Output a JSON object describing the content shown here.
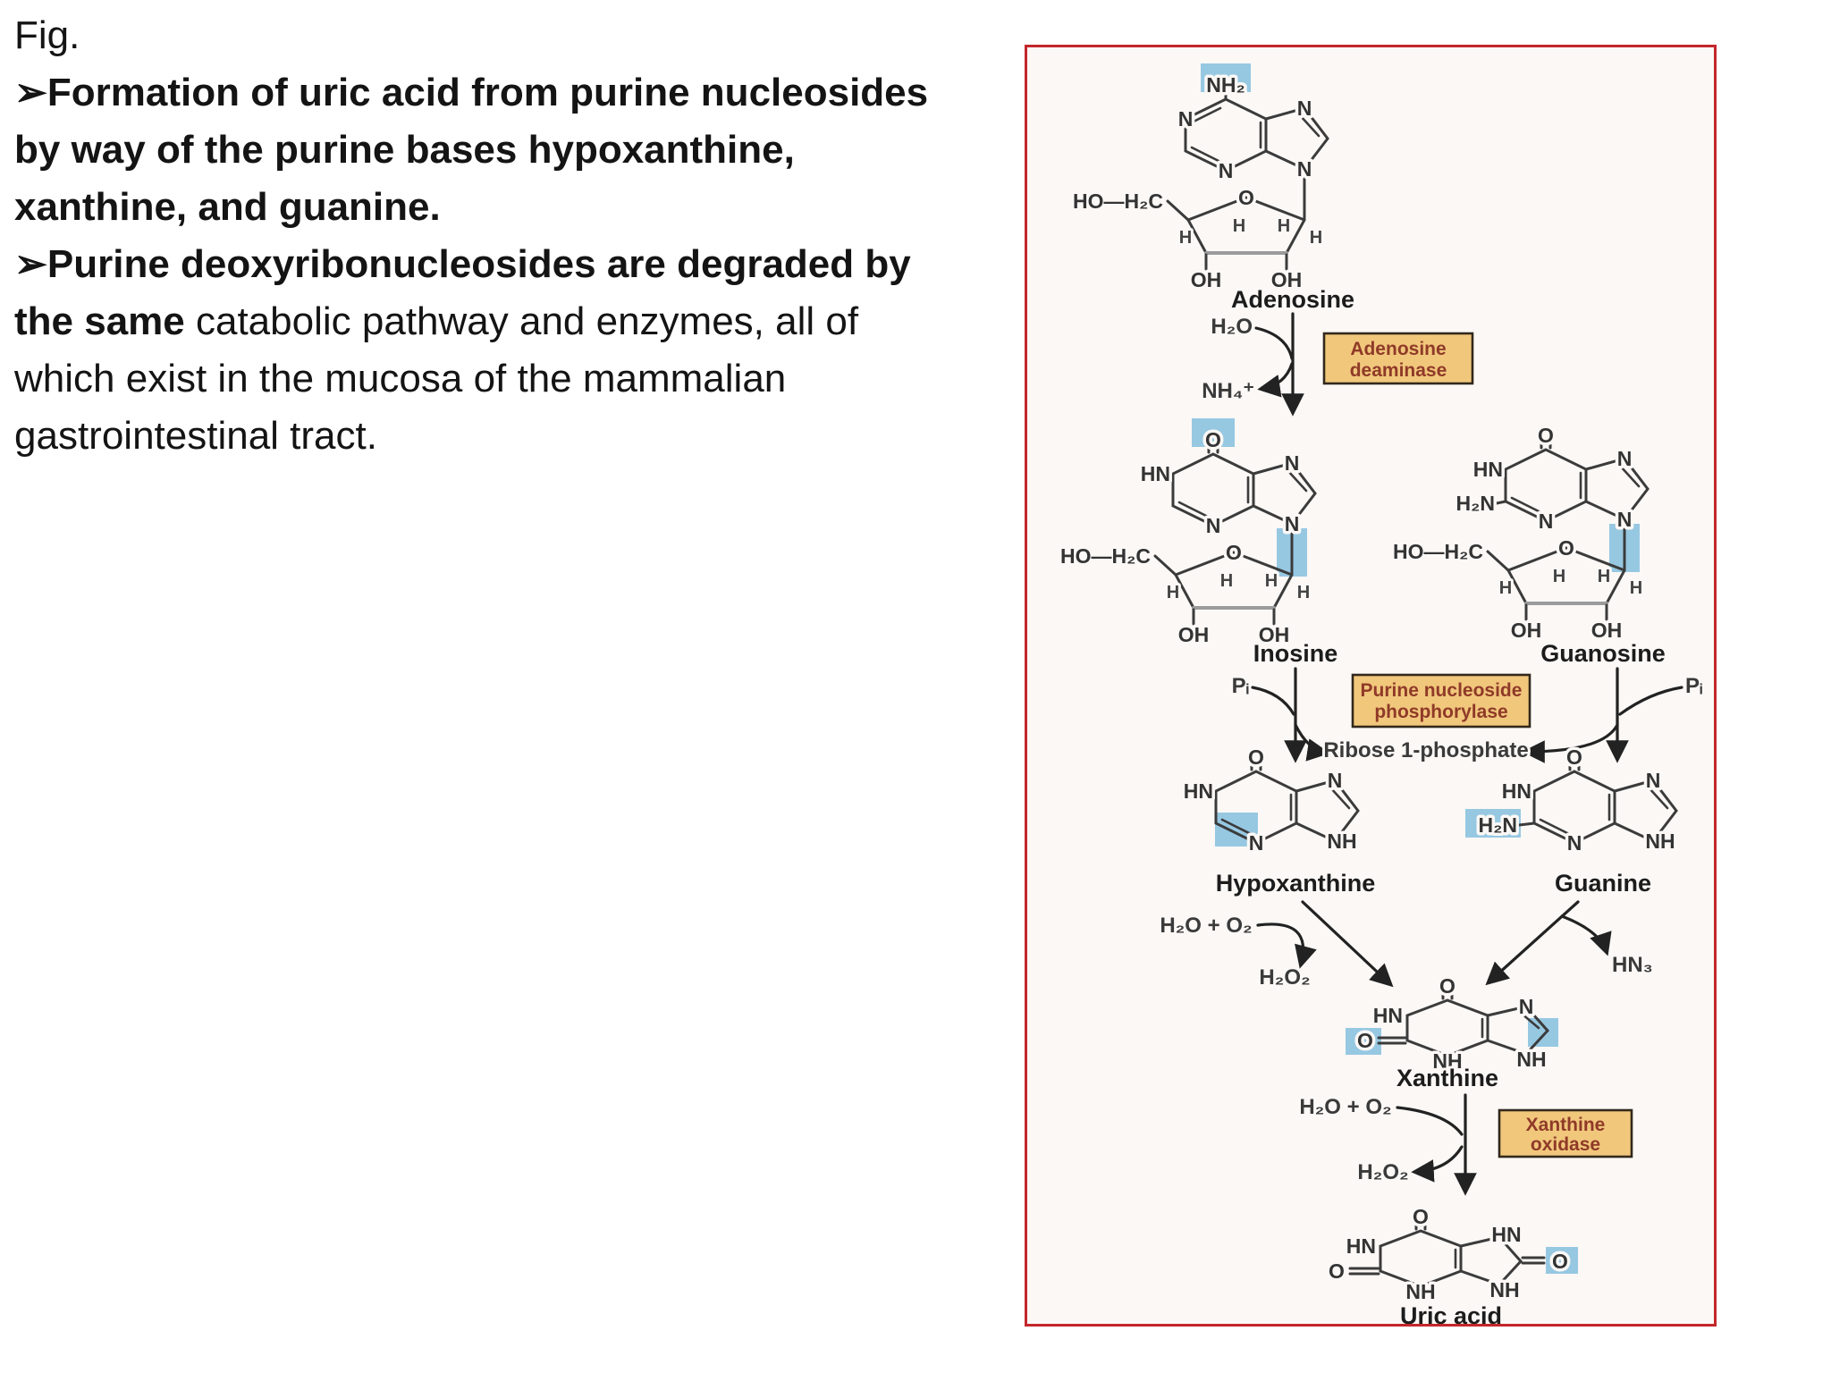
{
  "slide": {
    "fig_label": "Fig.",
    "lines": [
      {
        "bold": "➢Formation of uric acid from purine nucleosides"
      },
      {
        "bold": "by way of the purine bases hypoxanthine,"
      },
      {
        "bold": "xanthine, and guanine."
      },
      {
        "bold": "➢Purine deoxyribonucleosides are degraded by"
      },
      {
        "bold": "the same",
        "regular": " catabolic pathway and enzymes, all of"
      },
      {
        "regular": "which exist in the mucosa of the mammalian"
      },
      {
        "regular": "gastrointestinal tract."
      }
    ]
  },
  "diagram": {
    "colors": {
      "frame_border": "#c3272b",
      "highlight": "#85c0de",
      "enzyme_box_fill": "#f1c77c",
      "enzyme_text": "#8f3a28"
    },
    "compounds": {
      "adenosine": {
        "name": "Adenosine",
        "nh2": "NH₂",
        "n1": "N",
        "n3": "N",
        "n7": "N",
        "n9": "N",
        "c5": "HO—H₂C",
        "o_ring": "O",
        "h_a": "H",
        "h_b": "H",
        "h_c": "H",
        "h_d": "H",
        "oh_a": "OH",
        "oh_b": "OH"
      },
      "inosine": {
        "name": "Inosine",
        "oxo": "O",
        "n1h": "HN",
        "n3": "N",
        "n7": "N",
        "n9": "N",
        "c5": "HO—H₂C",
        "o_ring": "O",
        "h_a": "H",
        "h_b": "H",
        "h_c": "H",
        "h_d": "H",
        "oh_a": "OH",
        "oh_b": "OH"
      },
      "guanosine": {
        "name": "Guanosine",
        "oxo": "O",
        "n1h": "HN",
        "amine": "H₂N",
        "n3": "N",
        "n7": "N",
        "n9": "N",
        "c5": "HO—H₂C",
        "o_ring": "O",
        "h_a": "H",
        "h_b": "H",
        "h_c": "H",
        "h_d": "H",
        "oh_a": "OH",
        "oh_b": "OH"
      },
      "hypoxanthine": {
        "name": "Hypoxanthine",
        "oxo": "O",
        "n1h": "HN",
        "n3": "N",
        "n7": "N",
        "n9h": "NH"
      },
      "guanine": {
        "name": "Guanine",
        "oxo": "O",
        "n1h": "HN",
        "amine": "H₂N",
        "n3": "N",
        "n7": "N",
        "n9h": "NH"
      },
      "xanthine": {
        "name": "Xanthine",
        "oxo6": "O",
        "n1h": "HN",
        "oxo2": "O",
        "n3h": "NH",
        "n7": "N",
        "n9h": "NH"
      },
      "uric_acid": {
        "name": "Uric acid",
        "oxo6": "O",
        "n1h": "HN",
        "oxo2": "O",
        "n3h": "NH",
        "n7h": "HN",
        "oxo8": "O",
        "n9h": "NH"
      }
    },
    "reactions": {
      "deamination": {
        "substrate_in": "H₂O",
        "product_out": "NH₄⁺",
        "enzyme1": "Adenosine",
        "enzyme2": "deaminase"
      },
      "phosphorolysis": {
        "pi_left": "Pᵢ",
        "pi_right": "Pᵢ",
        "enzyme1": "Purine nucleoside",
        "enzyme2": "phosphorylase",
        "byproduct": "Ribose 1-phosphate"
      },
      "hypoxanthine_oxidation": {
        "in": "H₂O + O₂",
        "out": "H₂O₂"
      },
      "guanine_deamination": {
        "out": "HN₃"
      },
      "xanthine_oxidation": {
        "in": "H₂O + O₂",
        "out": "H₂O₂",
        "enzyme1": "Xanthine",
        "enzyme2": "oxidase"
      }
    }
  }
}
